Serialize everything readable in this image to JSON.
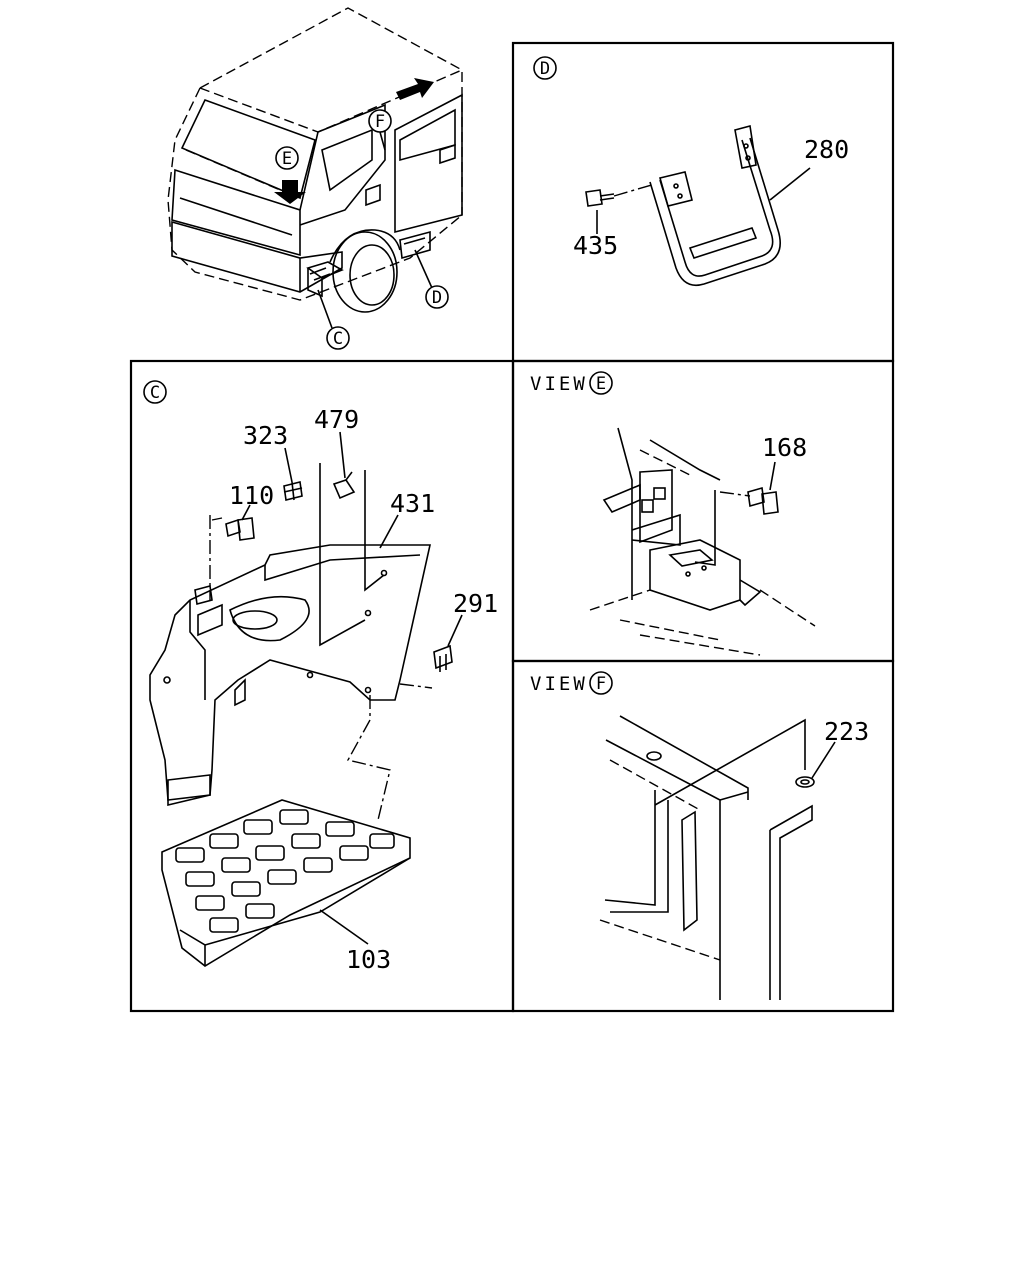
{
  "callouts": {
    "truck_E": "E",
    "truck_F": "F",
    "truck_C": "C",
    "truck_D": "D",
    "panel_D": "D",
    "panel_C": "C",
    "view_E_mark": "E",
    "view_F_mark": "F"
  },
  "views": {
    "view_E": "VIEW",
    "view_F": "VIEW"
  },
  "parts": {
    "p280": "280",
    "p435": "435",
    "p323": "323",
    "p479": "479",
    "p110": "110",
    "p431": "431",
    "p291": "291",
    "p103": "103",
    "p168": "168",
    "p223": "223"
  }
}
